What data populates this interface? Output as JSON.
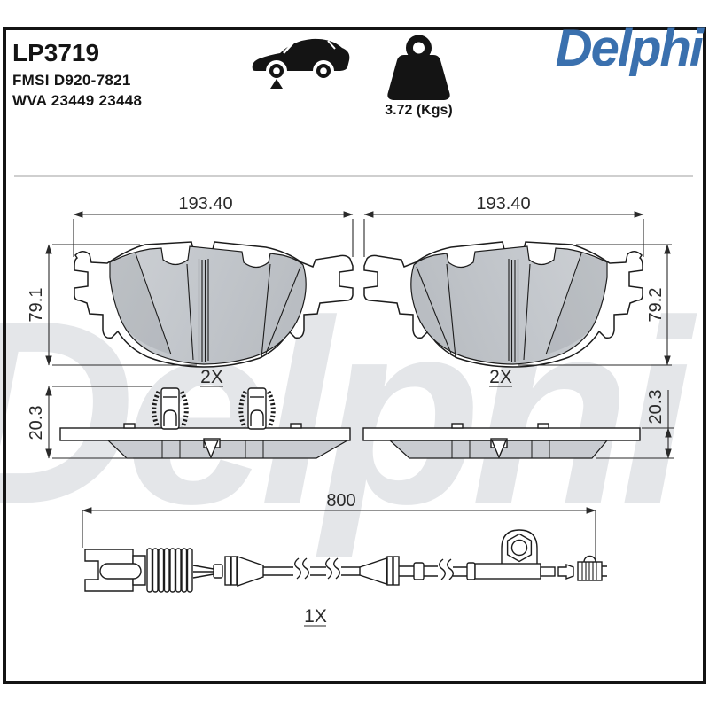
{
  "header": {
    "sku": "LP3719",
    "fmsi": "FMSI D920-7821",
    "wva": "WVA 23449 23448",
    "weight_caption": "3.72 (Kgs)",
    "brand": "Delphi"
  },
  "watermark": {
    "text": "Delphi"
  },
  "colors": {
    "brand_blue": "#3A70AE",
    "outline": "#1a1a1a",
    "friction_gray": "#c6cacf",
    "watermark_gray": "#e4e6e9"
  },
  "diagram": {
    "front_left": {
      "width": "193.40",
      "height": "79.1",
      "qty": "2X"
    },
    "front_right": {
      "width": "193.40",
      "height": "79.2",
      "qty": "2X"
    },
    "side_left": {
      "thickness": "20.3"
    },
    "side_right": {
      "thickness": "20.3"
    },
    "sensor": {
      "length": "800",
      "qty": "1X"
    }
  }
}
